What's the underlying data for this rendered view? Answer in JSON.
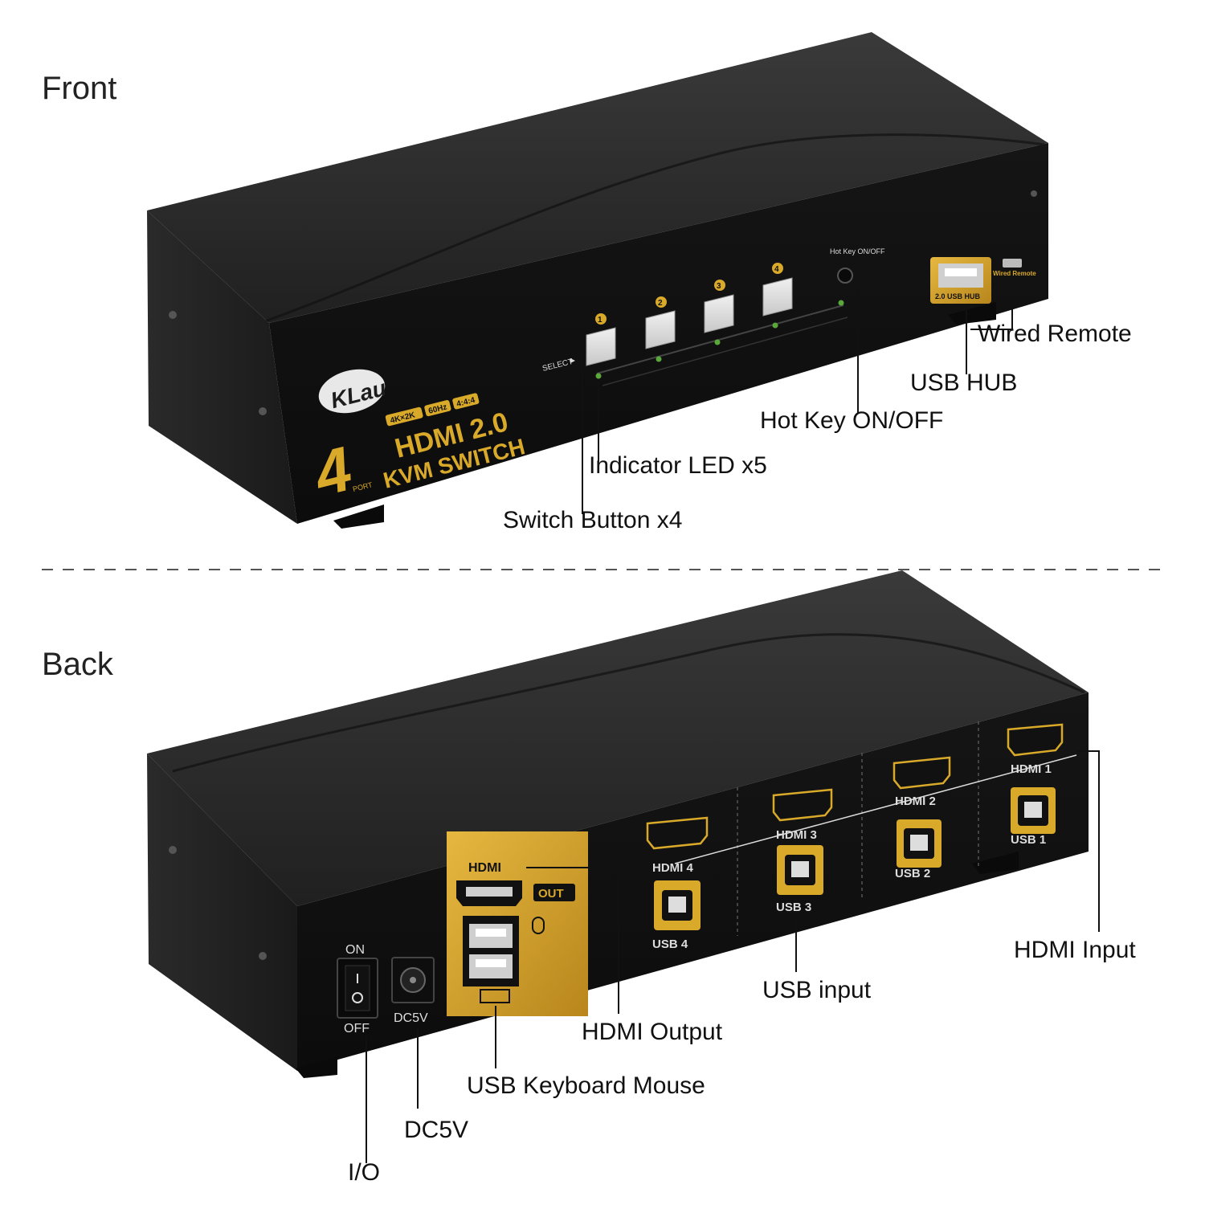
{
  "front": {
    "title": "Front",
    "brand": "KLau",
    "badges": [
      "4K×2K",
      "60Hz",
      "4:4:4"
    ],
    "product_line1": "HDMI 2.0",
    "product_line2": "KVM SWITCH",
    "port_number": "4",
    "port_word": "PORT",
    "select_label": "SELECT",
    "button_numbers": [
      "1",
      "2",
      "3",
      "4"
    ],
    "hotkey_label": "Hot Key ON/OFF",
    "usb_hub_label": "2.0 USB HUB",
    "wired_remote_label": "Wired Remote",
    "callouts": {
      "wired_remote": "Wired Remote",
      "usb_hub": "USB HUB",
      "hot_key": "Hot Key ON/OFF",
      "indicator_led": "Indicator LED x5",
      "switch_button": "Switch Button x4"
    }
  },
  "back": {
    "title": "Back",
    "power_on": "ON",
    "power_off": "OFF",
    "dc_label": "DC5V",
    "out_hdmi": "HDMI",
    "out_word": "OUT",
    "hdmi_ports": [
      "HDMI 1",
      "HDMI 2",
      "HDMI 3",
      "HDMI 4"
    ],
    "usb_ports": [
      "USB 1",
      "USB 2",
      "USB 3",
      "USB 4"
    ],
    "callouts": {
      "hdmi_input": "HDMI Input",
      "usb_input": "USB input",
      "hdmi_output": "HDMI Output",
      "usb_keyboard_mouse": "USB Keyboard Mouse",
      "dc5v": "DC5V",
      "io": "I/O"
    }
  },
  "colors": {
    "device": "#1c1c1c",
    "device_top": "#262626",
    "gold": "#d9a92a",
    "port_gold": "#c99a24",
    "led": "#5aa83a"
  }
}
